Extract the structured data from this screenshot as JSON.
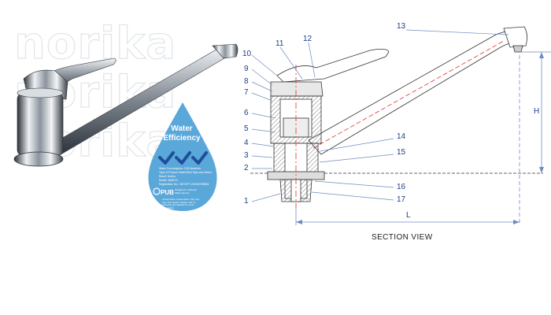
{
  "watermark": {
    "text": "norika"
  },
  "label": {
    "title_line1": "Water",
    "title_line2": "Efficiency",
    "details": [
      "Water Consumption: 3.25 litres/min",
      "Type of Product: Basin/Sink Taps and Mixers",
      "Brand: Norika",
      "Model: MA8C11",
      "Registration No.: WE73PT-2019/02/09853"
    ],
    "logo_text": "PUB",
    "logo_subtext": "Singapore's National Water Agency",
    "footnote": "Actual water consumption may vary from test results. Please refer to www.pub.gov.sg/wels for more information",
    "tick_count": 3,
    "colors": {
      "drop": "#5aa7da",
      "tick": "#1f4f9b"
    }
  },
  "diagram": {
    "callouts": [
      "1",
      "2",
      "3",
      "4",
      "5",
      "6",
      "7",
      "8",
      "9",
      "10",
      "11",
      "12",
      "13",
      "14",
      "15",
      "16",
      "17"
    ],
    "dimension_height": "H",
    "dimension_length": "L",
    "caption": "SECTION VIEW",
    "colors": {
      "leader": "#6f8cc0",
      "section_line": "#e03030",
      "outline": "#333333"
    }
  }
}
